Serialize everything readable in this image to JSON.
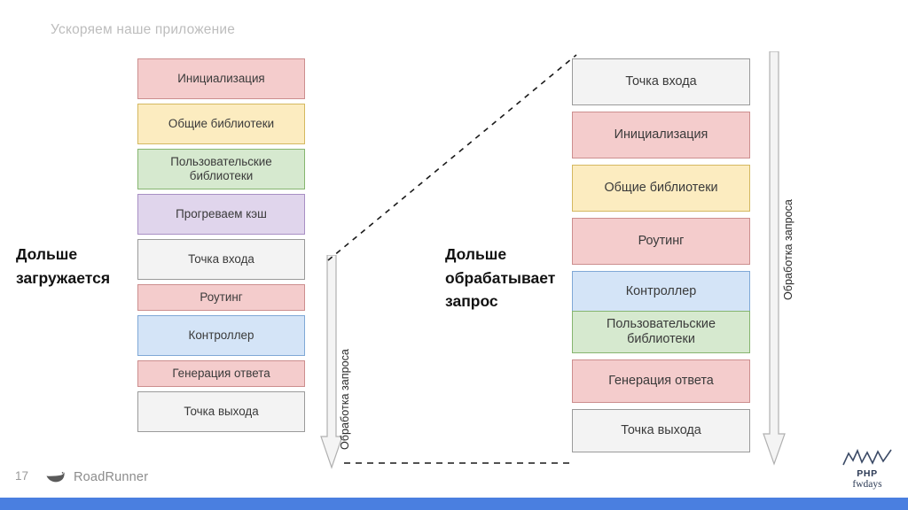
{
  "slide": {
    "title": "Ускоряем наше приложение",
    "page_number": "17",
    "brand_name": "RoadRunner",
    "accent_bar_color": "#4a7fe0",
    "title_color": "#bdbdbd"
  },
  "left_column": {
    "label": "Дольше\nзагружается",
    "label_line1": "Дольше",
    "label_line2": "загружается",
    "arrow_label": "Обработка запроса",
    "boxes": [
      {
        "text": "Инициализация",
        "color": "#f4cccc"
      },
      {
        "text": "Общие библиотеки",
        "color": "#fcecc0"
      },
      {
        "text": "Пользовательские библиотеки",
        "color": "#d6e9cf"
      },
      {
        "text": "Прогреваем кэш",
        "color": "#e0d5ec"
      },
      {
        "text": "Точка входа",
        "color": "#f3f3f3"
      },
      {
        "text": "Роутинг",
        "color": "#f4cccc"
      },
      {
        "text": "Контроллер",
        "color": "#d4e4f7"
      },
      {
        "text": "Генерация ответа",
        "color": "#f4cccc"
      },
      {
        "text": "Точка выхода",
        "color": "#f3f3f3"
      }
    ]
  },
  "right_column": {
    "label_line1": "Дольше",
    "label_line2": "обрабатывает",
    "label_line3": "запрос",
    "arrow_label": "Обработка запроса",
    "boxes": [
      {
        "text": "Точка входа",
        "color": "#f3f3f3"
      },
      {
        "text": "Инициализация",
        "color": "#f4cccc"
      },
      {
        "text": "Общие библиотеки",
        "color": "#fcecc0"
      },
      {
        "text": "Роутинг",
        "color": "#f4cccc"
      },
      {
        "text": "Контроллер",
        "color": "#d4e4f7"
      },
      {
        "text": "Пользовательские библиотеки",
        "color": "#d6e9cf"
      },
      {
        "text": "Генерация ответа",
        "color": "#f4cccc"
      },
      {
        "text": "Точка выхода",
        "color": "#f3f3f3"
      }
    ]
  },
  "fwdays": {
    "php": "PHP",
    "word": "fwdays"
  }
}
